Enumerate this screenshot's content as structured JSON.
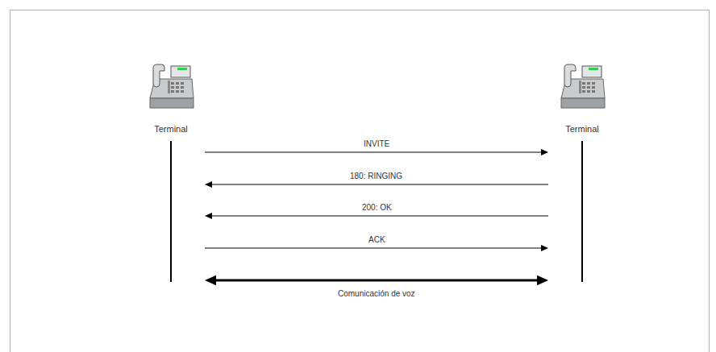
{
  "diagram": {
    "nodes": [
      {
        "text": [
          "Terminal"
        ]
      },
      {
        "text": [
          "Terminal"
        ]
      }
    ],
    "edges": [
      {
        "from": 0,
        "to": 1,
        "arrow": "to",
        "label": "INVITE"
      },
      {
        "from": 1,
        "to": 0,
        "arrow": "to",
        "label": "180: RINGING"
      },
      {
        "from": 1,
        "to": 0,
        "arrow": "to",
        "label": "200: OK"
      },
      {
        "from": 0,
        "to": 1,
        "arrow": "to",
        "label": "ACK"
      },
      {
        "from": 0,
        "to": 1,
        "arrow": "both",
        "label": "Comunicación de voz"
      }
    ]
  }
}
